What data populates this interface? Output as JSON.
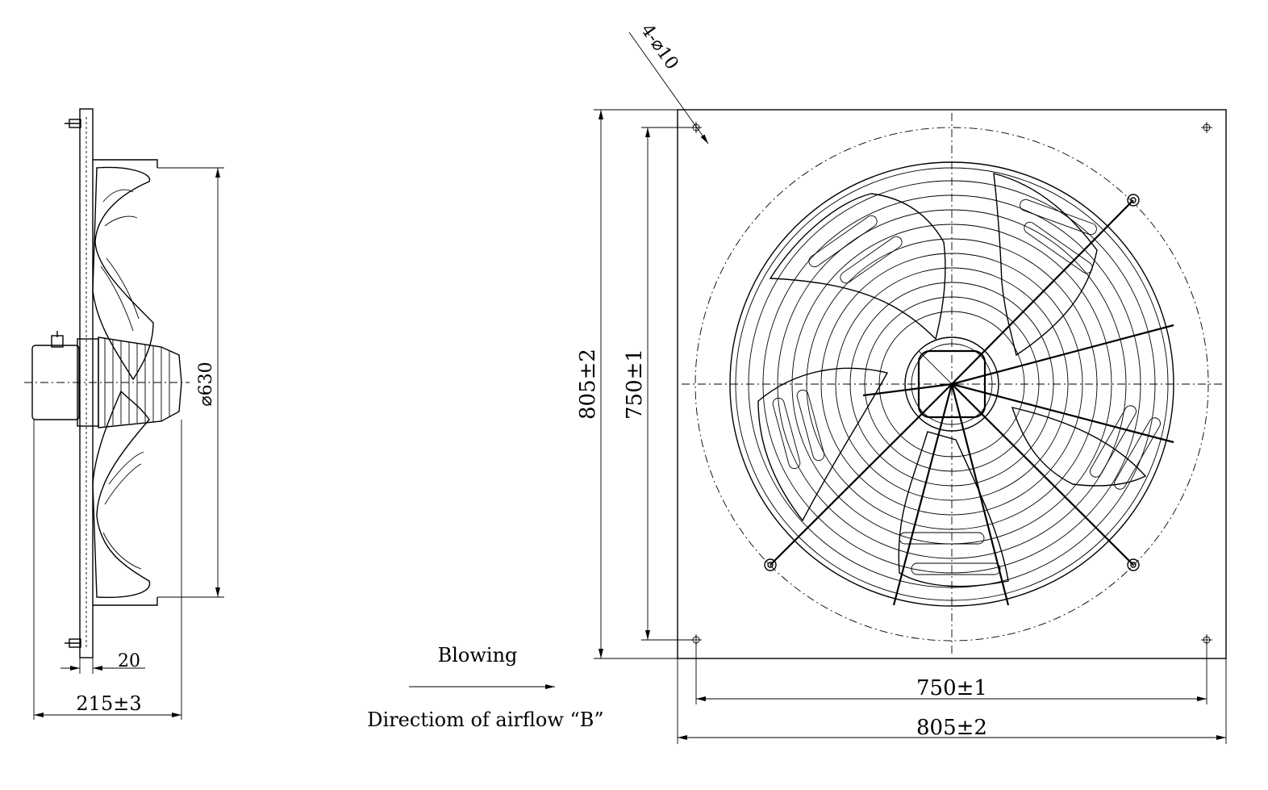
{
  "side_view": {
    "dim_diameter": "⌀630",
    "dim_flange": "20",
    "dim_depth": "215±3"
  },
  "front_view": {
    "dim_holes": "4-⌀10",
    "dim_outer_height": "805±2",
    "dim_inner_height": "750±1",
    "dim_inner_width": "750±1",
    "dim_outer_width": "805±2"
  },
  "airflow": {
    "label": "Blowing",
    "caption": "Directiom of airflow “B”"
  }
}
